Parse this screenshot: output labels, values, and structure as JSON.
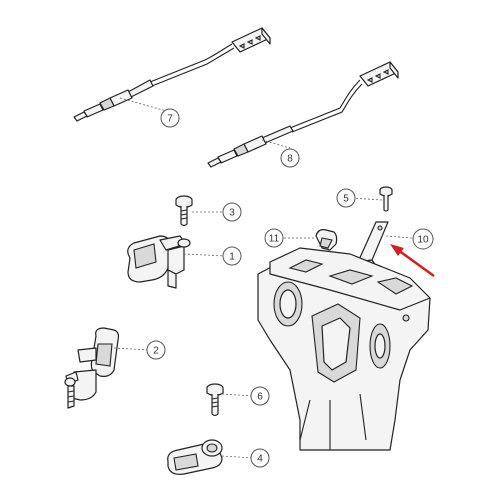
{
  "callouts": [
    {
      "number": "1"
    },
    {
      "number": "2"
    },
    {
      "number": "3"
    },
    {
      "number": "4"
    },
    {
      "number": "5"
    },
    {
      "number": "6"
    },
    {
      "number": "7"
    },
    {
      "number": "8"
    },
    {
      "number": "10"
    },
    {
      "number": "11"
    }
  ],
  "highlight_color": "#d42020"
}
